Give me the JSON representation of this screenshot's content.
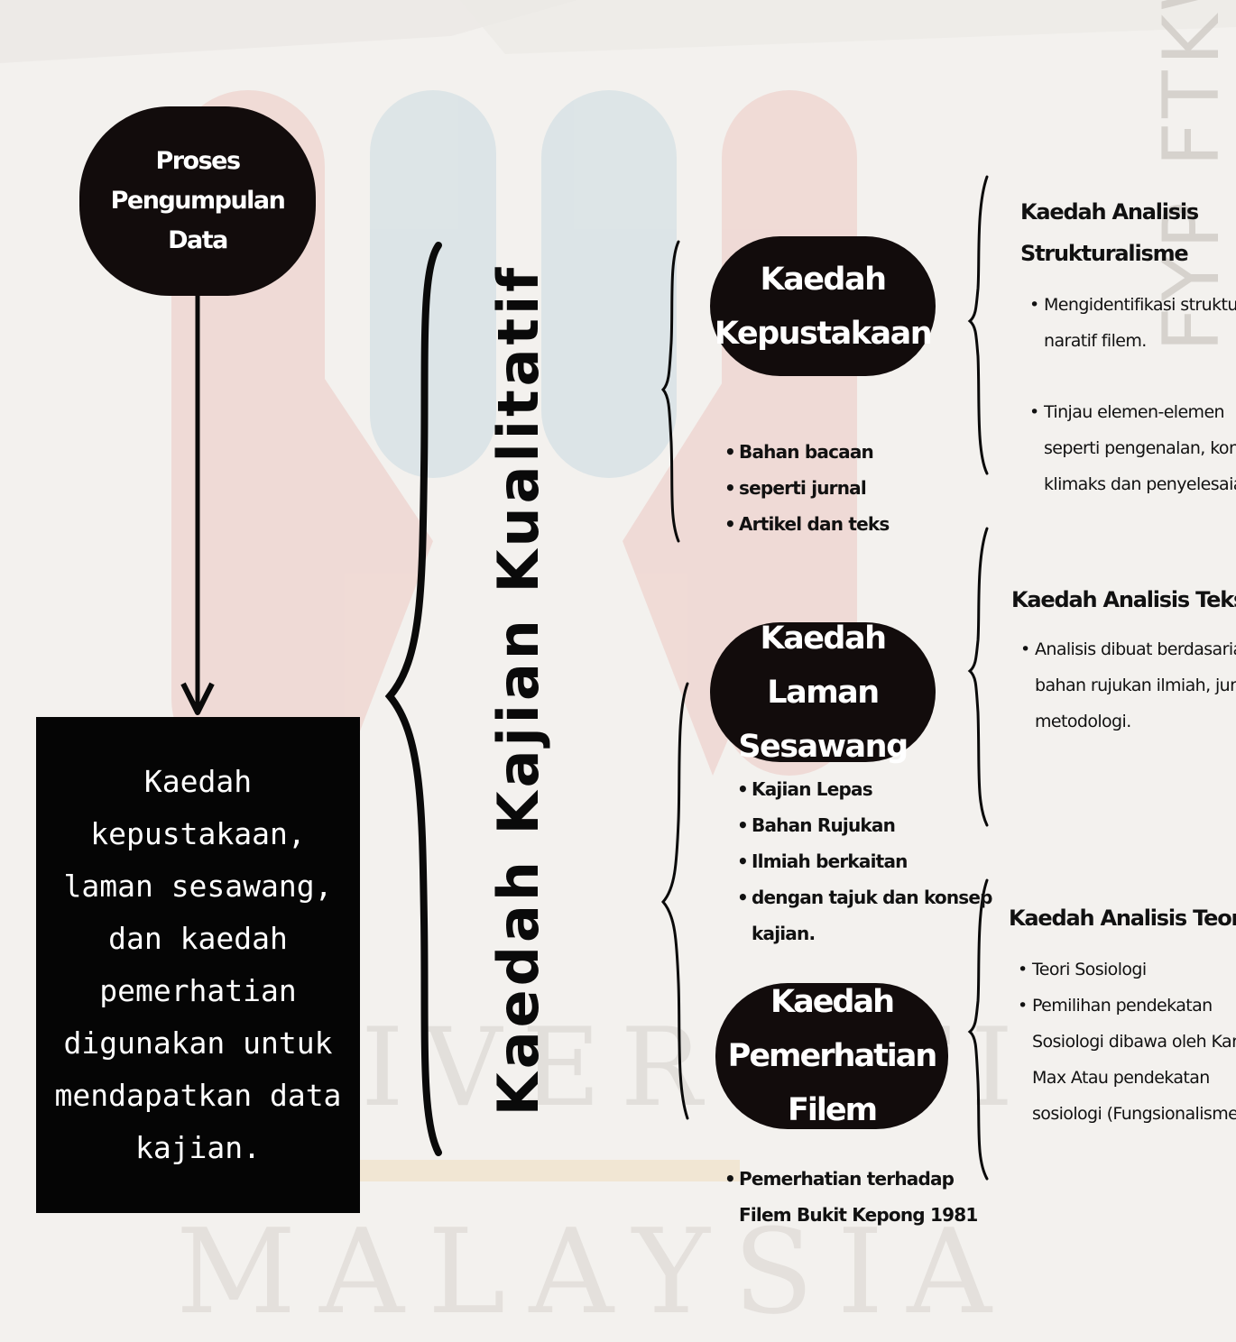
{
  "diagram": {
    "start_node": {
      "line1": "Proses Pengumpulan",
      "line2": "Data"
    },
    "summary": "Kaedah kepustakaan, laman sesawang, dan kaedah pemerhatian digunakan untuk mendapatkan data kajian.",
    "vertical_title": "Kaedah Kajian Kualitatif",
    "methods": [
      {
        "line1": "Kaedah",
        "line2": "Kepustakaan",
        "bullets": [
          "Bahan bacaan",
          "seperti jurnal",
          "Artikel dan teks"
        ]
      },
      {
        "line1": "Kaedah Laman",
        "line2": "Sesawang",
        "bullets": [
          "Kajian Lepas",
          "Bahan Rujukan",
          "Ilmiah berkaitan",
          "dengan tajuk dan konsep",
          "kajian."
        ]
      },
      {
        "line1": "Kaedah",
        "line2": "Pemerhatian Filem",
        "bullets": [
          "Pemerhatian terhadap",
          "Filem Bukit Kepong 1981"
        ]
      }
    ],
    "analyses": [
      {
        "title_line1": "Kaedah Analisis",
        "title_line2": "Strukturalisme",
        "items": [
          {
            "l1": "Mengidentifikasi struktur",
            "l2": "naratif filem."
          },
          {
            "l1": "Tinjau elemen-elemen",
            "l2": "seperti pengenalan, konflik,",
            "l3": "klimaks dan penyelesaian"
          }
        ]
      },
      {
        "title": "Kaedah Analisis Tekstual",
        "items": [
          {
            "l1": "Analisis dibuat berdasarian",
            "l2": "bahan rujukan ilmiah, jurnal,",
            "l3": "metodologi."
          }
        ]
      },
      {
        "title": "Kaedah Analisis Teoritikal",
        "items": [
          {
            "l1": "Teori Sosiologi"
          },
          {
            "l1": "Pemilihan pendekatan",
            "l2": "Sosiologi dibawa oleh Karl",
            "l3": "Max Atau pendekatan",
            "l4": "sosiologi (Fungsionalisme)"
          }
        ]
      }
    ]
  },
  "watermark": {
    "university": "UNIVERSITI",
    "country": "MALAYSIA",
    "corner": "FYP FTKW"
  },
  "colors": {
    "node_fill": "#120c0c",
    "summary_fill": "#050505",
    "background": "#f3f1ee",
    "logo_red": "#e9c2bd",
    "logo_blue": "#c6d8e0"
  }
}
